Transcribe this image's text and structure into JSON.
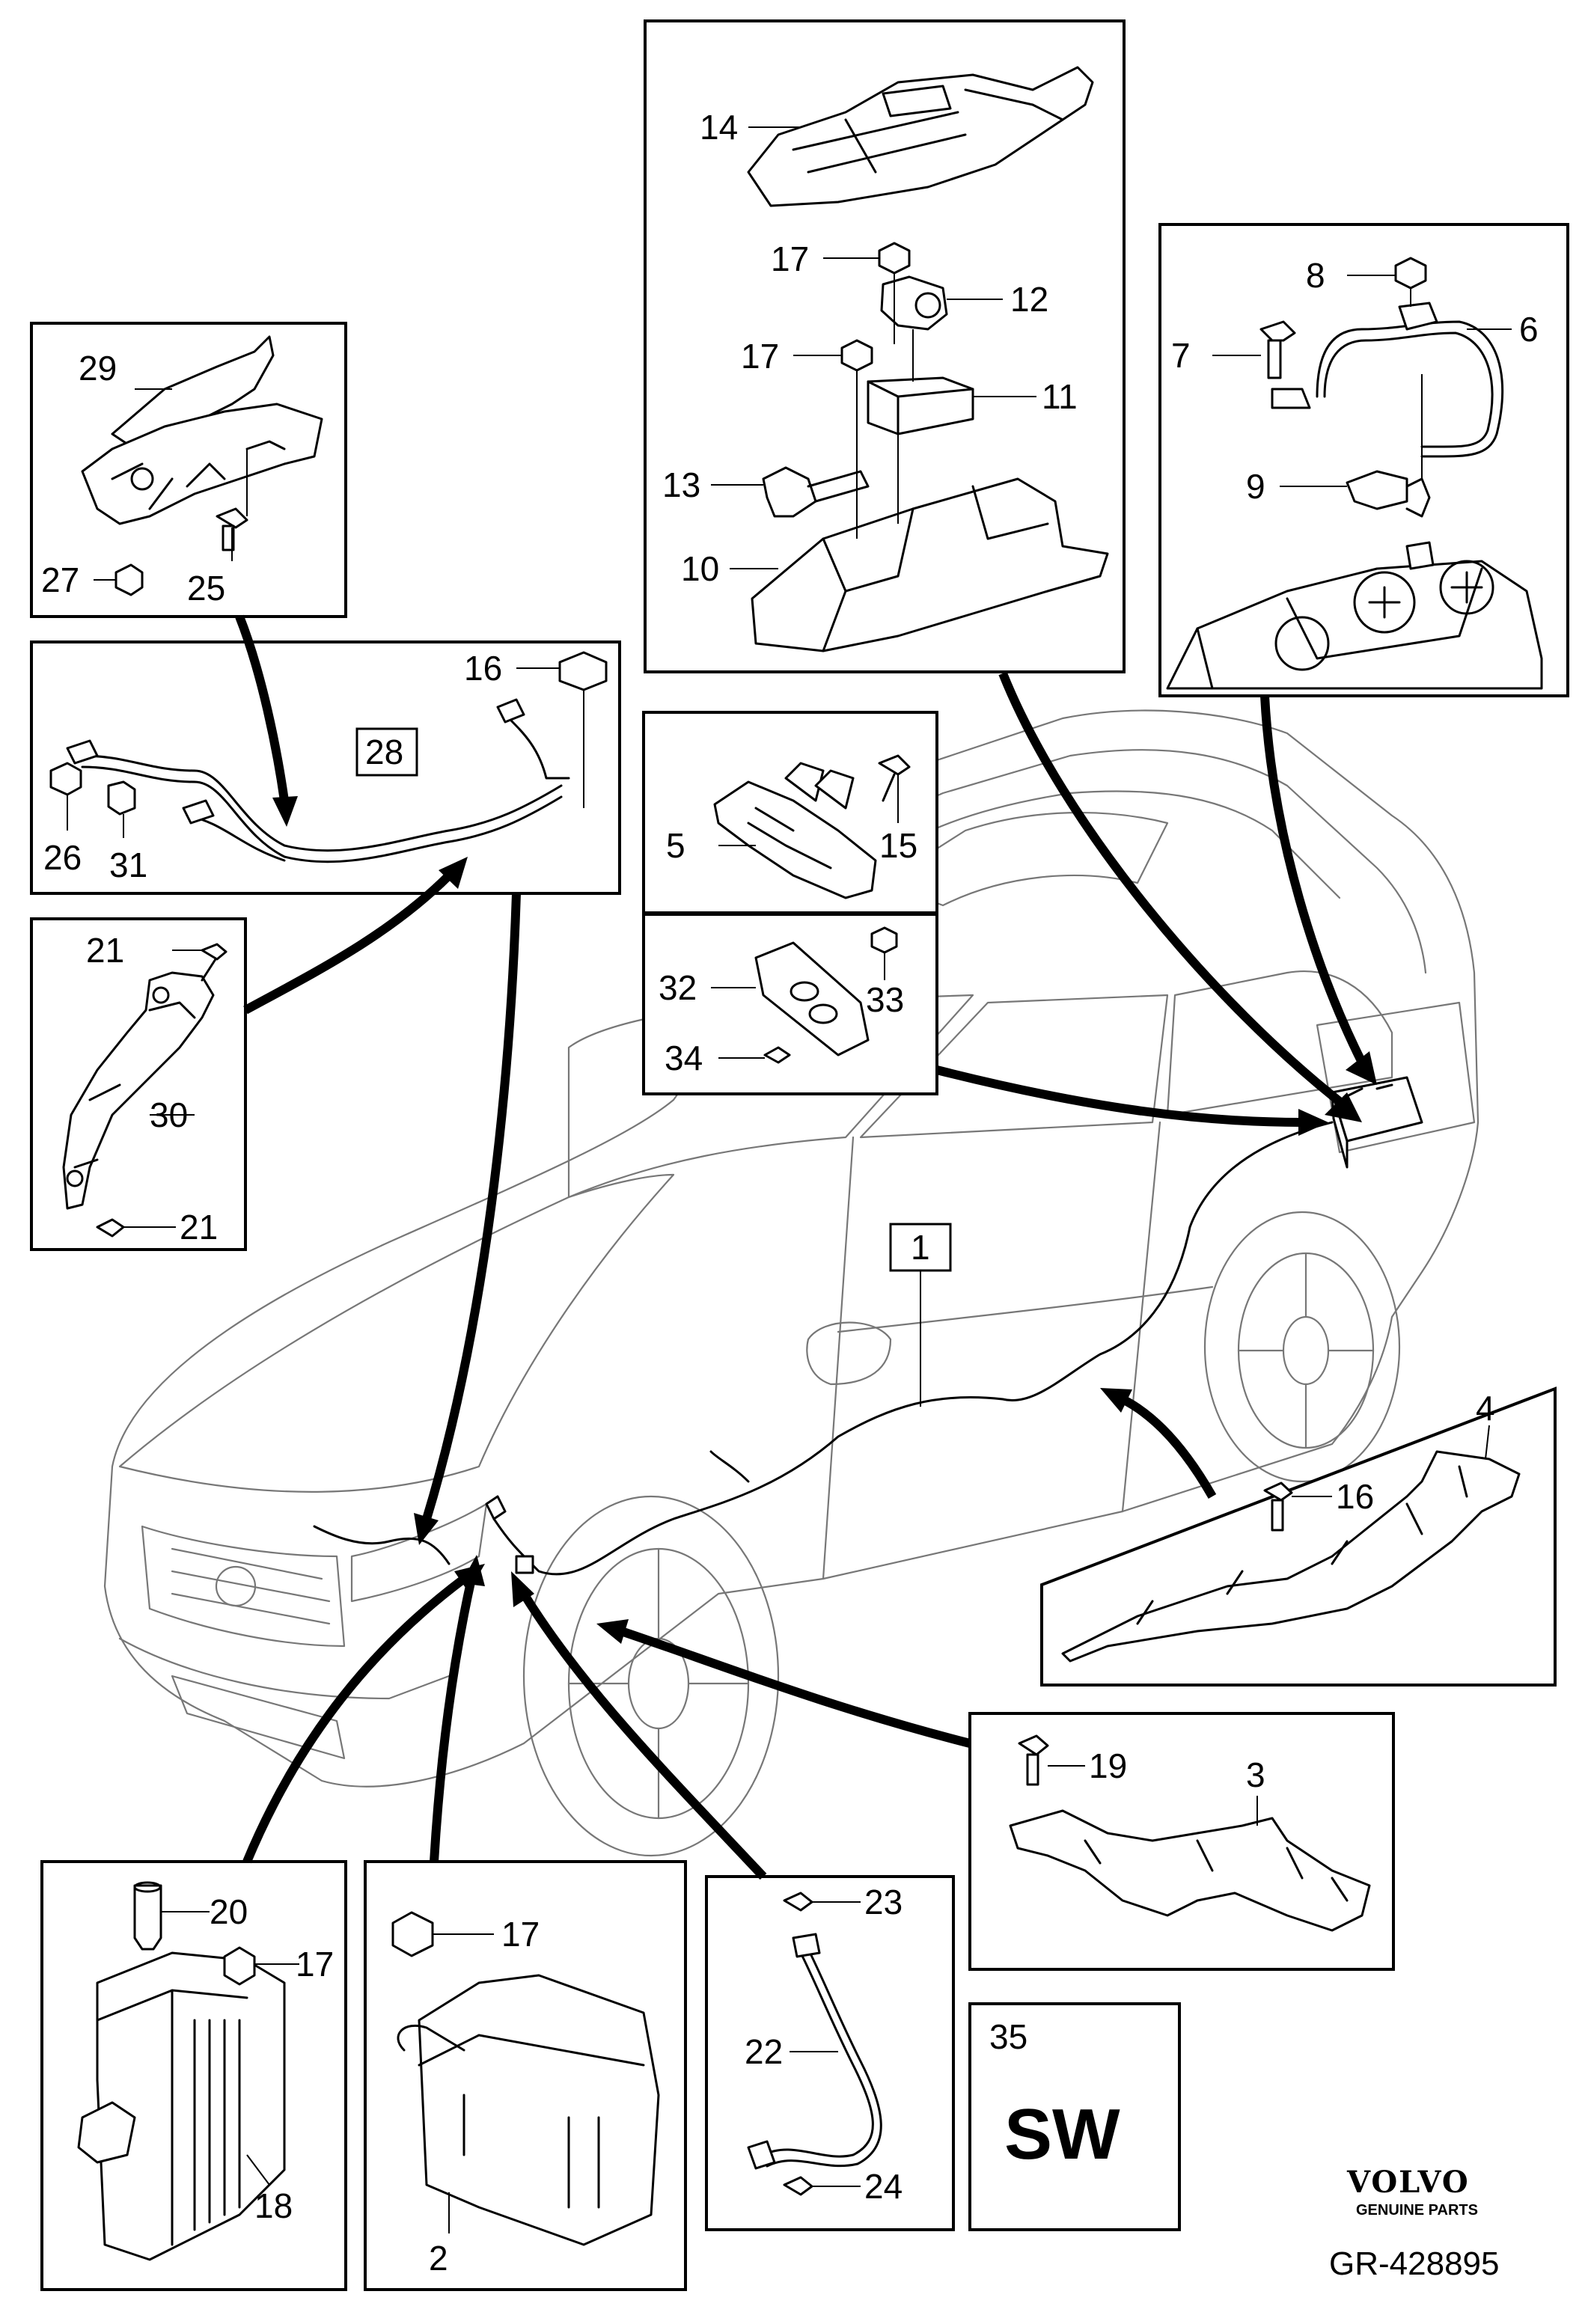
{
  "labels": {
    "p1": "1",
    "p2": "2",
    "p3": "3",
    "p4": "4",
    "p5": "5",
    "p6": "6",
    "p7": "7",
    "p8": "8",
    "p9": "9",
    "p10": "10",
    "p11": "11",
    "p12": "12",
    "p13": "13",
    "p14": "14",
    "p15": "15",
    "p16": "16",
    "p17": "17",
    "p18": "18",
    "p19": "19",
    "p20": "20",
    "p21": "21",
    "p22": "22",
    "p23": "23",
    "p24": "24",
    "p25": "25",
    "p26": "26",
    "p27": "27",
    "p28": "28",
    "p29": "29",
    "p30": "30",
    "p31": "31",
    "p32": "32",
    "p33": "33",
    "p34": "34",
    "p35": "35"
  },
  "software": {
    "number": "35",
    "text": "SW"
  },
  "brand": {
    "name": "VOLVO",
    "subtitle": "GENUINE PARTS"
  },
  "reference": "GR-428895"
}
